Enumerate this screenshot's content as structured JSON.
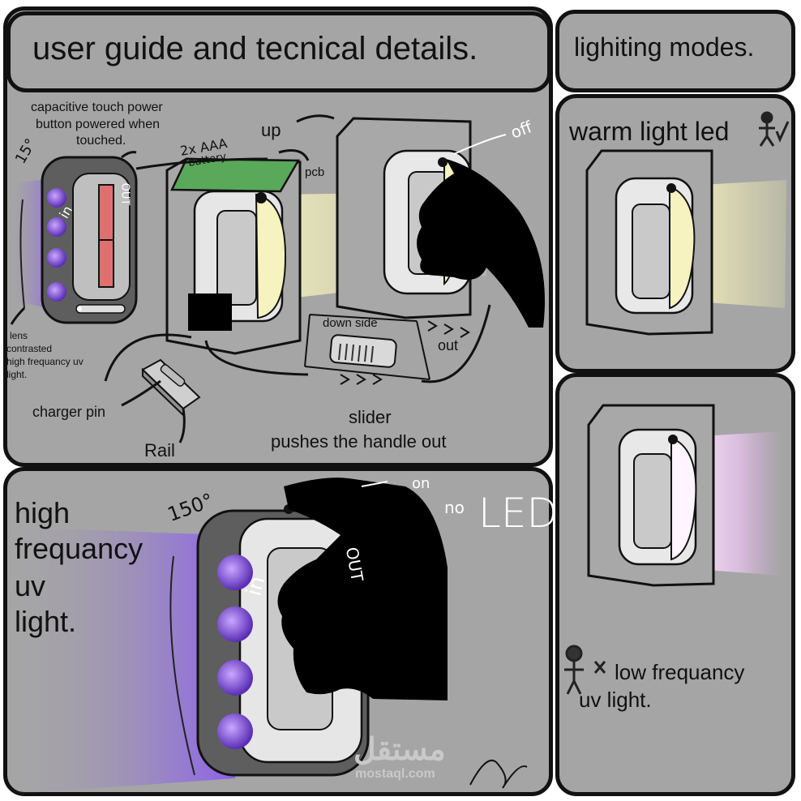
{
  "main_panel": {
    "title": "user guide and tecnical details.",
    "labels": {
      "capacitive_line1": "capacitive touch power",
      "capacitive_line2": "button powered when",
      "capacitive_line3": "touched.",
      "angle_small": "15°",
      "battery_line1": "2x AAA",
      "battery_line2": "battery",
      "up": "up",
      "pcb": "pcb",
      "off": "off",
      "in_small": "in",
      "out_small": "OUT",
      "lens_line1": "lens",
      "lens_line2": "contrasted",
      "lens_line3": "high frequancy uv",
      "lens_line4": "light.",
      "down_side": "down side",
      "out": "out",
      "charger_pin": "charger pin",
      "rail": "Rail",
      "slider": "slider",
      "slider_desc": "pushes the handle out"
    }
  },
  "modes_panel": {
    "title": "lighiting modes.",
    "warm_label": "warm light led",
    "low_uv_line1": "low frequancy",
    "low_uv_line2": "uv light."
  },
  "uv_panel": {
    "title_line1": "high",
    "title_line2": "frequancy",
    "title_line3": "uv",
    "title_line4": "light.",
    "angle": "150°",
    "on": "on",
    "no": "no",
    "led": "LED",
    "in": "in",
    "out": "OUT"
  },
  "watermark": {
    "arabic": "مستقل",
    "latin": "mostaql.com"
  },
  "colors": {
    "panel_bg": "#a5a5a5",
    "border": "#111111",
    "uv_glow": "#8a5cf0",
    "warm_glow": "#f2efb0",
    "pcb_green": "#5aa85a",
    "switch_red": "#e07070",
    "hand": "#000000"
  }
}
